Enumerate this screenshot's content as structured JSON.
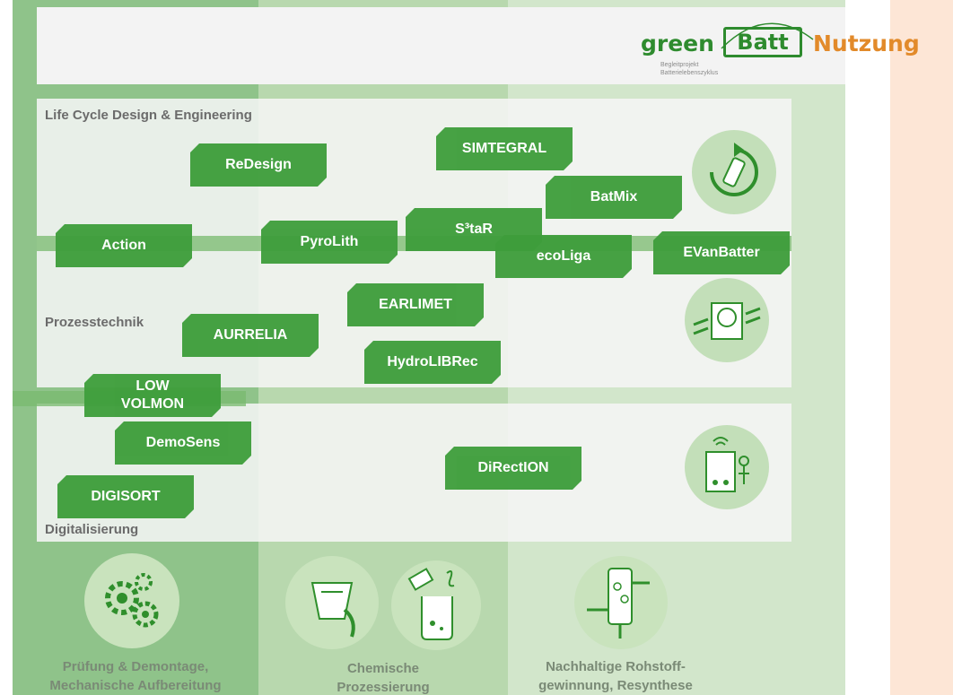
{
  "logo": {
    "part_green": "green",
    "part_batt": "Batt",
    "part_nutzung": "Nutzung",
    "tagline_line1": "Begleitprojekt",
    "tagline_line2": "Batterielebenszyklus",
    "colors": {
      "green": "#2e8b2e",
      "orange": "#e28a2a"
    }
  },
  "sections": {
    "lifecycle": "Life Cycle Design & Engineering",
    "prozess": "Prozesstechnik",
    "digital": "Digitalisierung"
  },
  "projects": {
    "redesign": "ReDesign",
    "simtegral": "SIMTEGRAL",
    "batmix": "BatMix",
    "action": "Action",
    "pyrolith": "PyroLith",
    "s3tar": "S³taR",
    "ecoliga": "ecoLiga",
    "evanbatter": "EVanBatter",
    "earlimet": "EARLIMET",
    "aurrelia": "AURRELIA",
    "hydrolibrec": "HydroLIBRec",
    "lowvolmon_line1": "LOW",
    "lowvolmon_line2": "VOLMON",
    "demosens": "DemoSens",
    "direction": "DiRectION",
    "digisort": "DIGISORT"
  },
  "categories": {
    "col1_line1": "Prüfung & Demontage,",
    "col1_line2": "Mechanische Aufbereitung",
    "col2_line1": "Chemische",
    "col2_line2": "Prozessierung",
    "col3_line1": "Nachhaltige Rohstoff-",
    "col3_line2": "gewinnung, Resynthese"
  },
  "icons": {
    "lifecycle": "recycle-battery-icon",
    "prozess": "shredder-machine-icon",
    "digital": "digital-lab-device-icon",
    "col1": "gears-icon",
    "col2a": "crucible-pour-icon",
    "col2b": "beaker-dissolve-icon",
    "col3": "reactor-column-icon"
  },
  "colors": {
    "project_box": "#3f9e3c",
    "col1": "#8fc38a",
    "col2": "#b8d8ae",
    "col3": "#d2e6cb",
    "side_accent": "#fde6d6"
  }
}
